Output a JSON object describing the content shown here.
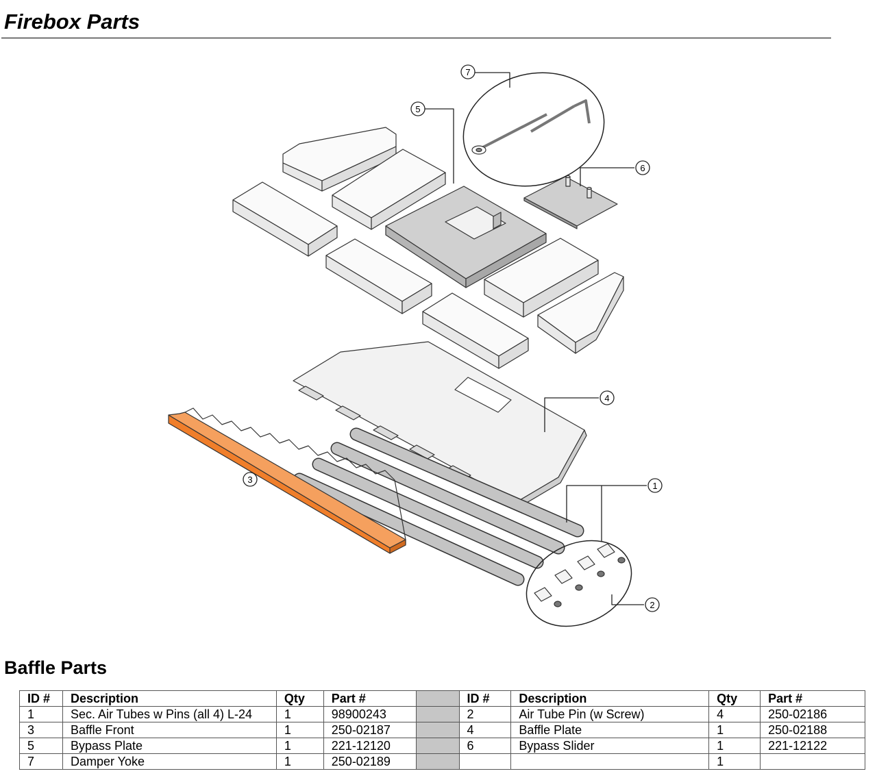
{
  "title": "Firebox Parts",
  "baffle_section_title": "Baffle Parts",
  "callouts": [
    "1",
    "2",
    "3",
    "4",
    "5",
    "6",
    "7"
  ],
  "colors": {
    "baffle_front": "#f07e2a",
    "steel": "#c8c8c8",
    "tube": "#b8b8b8",
    "brick": "#f4f4f4"
  },
  "table": {
    "headers": [
      "ID #",
      "Description",
      "Qty",
      "Part #",
      "ID #",
      "Description",
      "Qty",
      "Part #"
    ],
    "rows": [
      {
        "id_a": "1",
        "desc_a": "Sec. Air Tubes w Pins (all 4) L-24",
        "qty_a": "1",
        "part_a": "98900243",
        "id_b": "2",
        "desc_b": "Air Tube Pin (w Screw)",
        "qty_b": "4",
        "part_b": "250-02186"
      },
      {
        "id_a": "3",
        "desc_a": "Baffle Front",
        "qty_a": "1",
        "part_a": "250-02187",
        "id_b": "4",
        "desc_b": "Baffle Plate",
        "qty_b": "1",
        "part_b": "250-02188"
      },
      {
        "id_a": "5",
        "desc_a": "Bypass Plate",
        "qty_a": "1",
        "part_a": "221-12120",
        "id_b": "6",
        "desc_b": "Bypass Slider",
        "qty_b": "1",
        "part_b": "221-12122"
      },
      {
        "id_a": "7",
        "desc_a": "Damper Yoke",
        "qty_a": "1",
        "part_a": "250-02189",
        "id_b": "",
        "desc_b": "",
        "qty_b": "1",
        "part_b": ""
      }
    ]
  }
}
